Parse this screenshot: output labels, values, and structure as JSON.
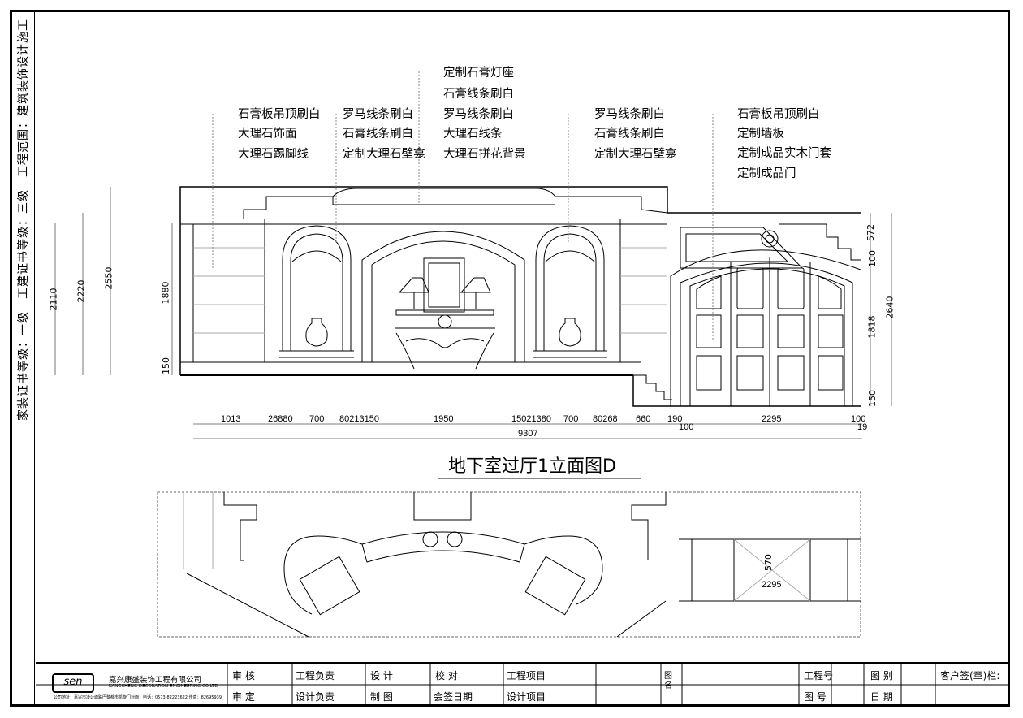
{
  "sidebar": {
    "text": "家装证书等级：一级　工建证书等级：三级　工程范围：建筑装饰设计施工"
  },
  "callouts": {
    "group1": [
      "石膏板吊顶刷白",
      "大理石饰面",
      "大理石踢脚线"
    ],
    "group2": [
      "罗马线条刷白",
      "石膏线条刷白",
      "定制大理石壁龛"
    ],
    "group3": [
      "定制石膏灯座",
      "石膏线条刷白",
      "罗马线条刷白",
      "大理石线条",
      "大理石拼花背景"
    ],
    "group4": [
      "罗马线条刷白",
      "石膏线条刷白",
      "定制大理石壁龛"
    ],
    "group5": [
      "石膏板吊顶刷白",
      "定制墙板",
      "定制成品实木门套",
      "定制成品门"
    ]
  },
  "dims": {
    "left_vertical": [
      "2110",
      "2220",
      "2550",
      "1880",
      "150"
    ],
    "right_vertical": [
      "572",
      "100",
      "2640",
      "1818",
      "150"
    ],
    "bottom": [
      "1013",
      "26880",
      "700",
      "80213150",
      "1950",
      "15021380",
      "700",
      "80268",
      "660",
      "190",
      "2295",
      "100",
      "100",
      "19"
    ],
    "total": "9307",
    "plan_width": "2295",
    "plan_depth": "570"
  },
  "drawing_title": "地下室过厅1立面图D",
  "title_block": {
    "company_cn": "嘉兴康盛装饰工程有限公司",
    "company_en": "KANGSHENG DECORATION ENGINEERING CO.LTD",
    "address": "公司地址：嘉兴市凌公塘路巴黎都市凯旋门对面　电话：0573-82223622 传真：82695939",
    "logo_text": "sen",
    "row1": [
      "审 核",
      "工程负责",
      "设 计",
      "校 对",
      "工程项目",
      "工程号",
      "图 别",
      "客户签(章)栏:"
    ],
    "row2": [
      "审 定",
      "设计负责",
      "制 图",
      "会签日期",
      "设计项目",
      "图 号",
      "日 期"
    ],
    "tuming": "图名"
  }
}
